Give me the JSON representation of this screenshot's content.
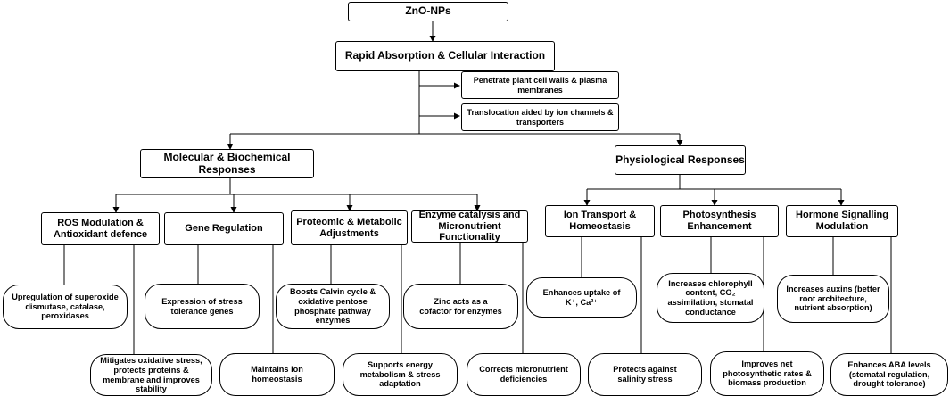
{
  "root": "ZnO-NPs",
  "absorption": {
    "label": "Rapid Absorption & Cellular Interaction",
    "effects": [
      "Penetrate plant cell walls & plasma membranes",
      "Translocation aided by ion channels & transporters"
    ]
  },
  "molecular": {
    "label": "Molecular & Biochemical Responses",
    "categories": [
      {
        "label": "ROS Modulation & Antioxidant defence",
        "outcomes": [
          "Upregulation of superoxide dismutase, catalase, peroxidases",
          "Mitigates oxidative stress, protects proteins & membrane and improves stability"
        ]
      },
      {
        "label": "Gene Regulation",
        "outcomes": [
          "Expression of stress tolerance genes",
          "Maintains ion homeostasis"
        ]
      },
      {
        "label": "Proteomic & Metabolic Adjustments",
        "outcomes": [
          "Boosts Calvin cycle & oxidative pentose phosphate pathway enzymes",
          "Supports energy metabolism & stress adaptation"
        ]
      },
      {
        "label": "Enzyme catalysis and Micronutrient Functionality",
        "outcomes": [
          "Zinc acts as a cofactor for enzymes",
          "Corrects micronutrient deficiencies"
        ]
      }
    ]
  },
  "physiological": {
    "label": "Physiological Responses",
    "categories": [
      {
        "label": "Ion Transport & Homeostasis",
        "outcomes": [
          "Enhances uptake of K⁺, Ca²⁺",
          "Protects against salinity stress"
        ]
      },
      {
        "label": "Photosynthesis Enhancement",
        "outcomes": [
          "Increases chlorophyll content, CO₂ assimilation, stomatal conductance",
          "Improves net photosynthetic rates & biomass production"
        ]
      },
      {
        "label": "Hormone Signalling Modulation",
        "outcomes": [
          "Increases auxins (better root architecture, nutrient absorption)",
          "Enhances ABA levels (stomatal regulation, drought tolerance)"
        ]
      }
    ]
  }
}
